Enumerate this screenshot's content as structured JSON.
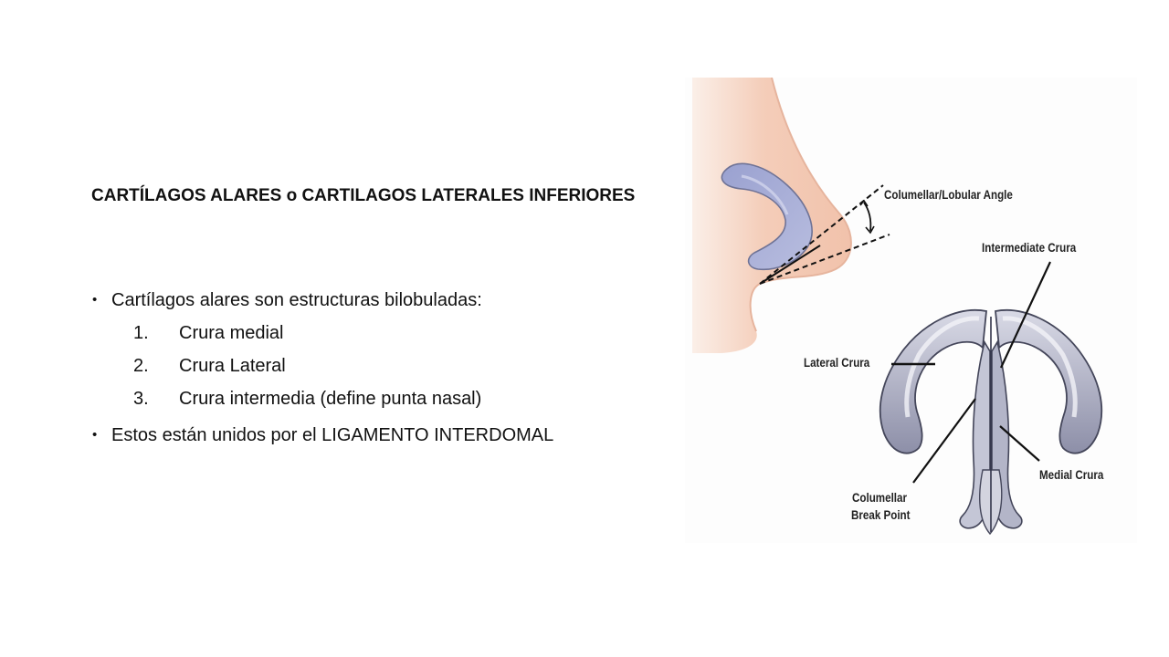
{
  "slide": {
    "title": "CARTÍLAGOS ALARES o CARTILAGOS LATERALES INFERIORES",
    "bullets": [
      {
        "text": "Cartílagos alares son estructuras bilobuladas:",
        "items": [
          {
            "num": "1.",
            "text": "Crura medial"
          },
          {
            "num": "2.",
            "text": "Crura Lateral"
          },
          {
            "num": "3.",
            "text": "Crura intermedia (define punta nasal)"
          }
        ]
      },
      {
        "text": "Estos están unidos por el LIGAMENTO INTERDOMAL"
      }
    ],
    "bullet_symbol": "•"
  },
  "figure": {
    "labels": {
      "angle": "Columellar/Lobular Angle",
      "intermediate": "Intermediate Crura",
      "lateral": "Lateral Crura",
      "medial": "Medial Crura",
      "break_point_line1": "Columellar",
      "break_point_line2": "Break Point"
    },
    "colors": {
      "skin": "#f2c9b4",
      "cartilage": "#a9afd6",
      "cartilage_shadow": "#7b7d98",
      "cartilage_light": "#e6e7ef"
    }
  }
}
